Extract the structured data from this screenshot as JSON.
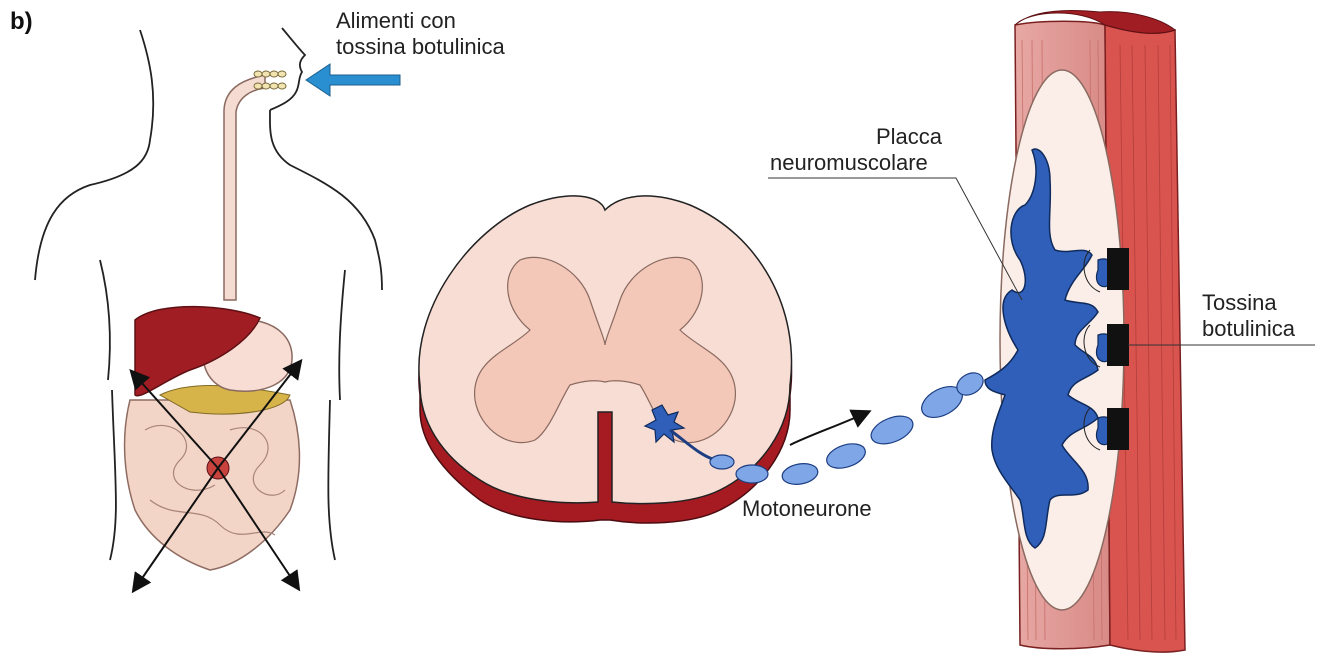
{
  "panel_letter": "b)",
  "labels": {
    "food_line1": "Alimenti con",
    "food_line2": "tossina botulinica",
    "plaque_line1": "Placca",
    "plaque_line2": "neuromuscolare",
    "toxin_line1": "Tossina",
    "toxin_line2": "botulinica",
    "motoneuron": "Motoneurone"
  },
  "colors": {
    "outline": "#222222",
    "ingestion_arrow": "#2a8fd0",
    "neuron_blue": "#2f5fb8",
    "neuron_light": "#7fa6e6",
    "muscle_red": "#d9534f",
    "muscle_pink": "#e9a3a0",
    "skin_pink": "#f6dcd2",
    "gray_matter": "#f3c8b8",
    "liver": "#a11d24",
    "intestine": "#f1d6cc",
    "toxin_block": "#111111"
  }
}
